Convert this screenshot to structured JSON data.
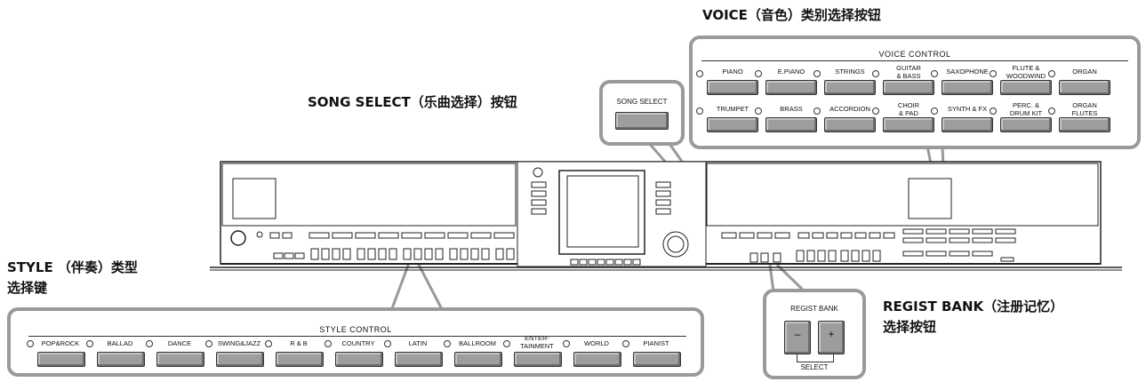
{
  "callouts": {
    "voice": "VOICE（音色）类别选择按钮",
    "song": "SONG SELECT（乐曲选择）按钮",
    "style_line1": "STYLE （伴奏）类型",
    "style_line2": "选择键",
    "regist_line1": "REGIST BANK（注册记忆）",
    "regist_line2": "选择按钮"
  },
  "voice_panel": {
    "title": "VOICE CONTROL",
    "row1": [
      "PIANO",
      "E.PIANO",
      "STRINGS",
      "GUITAR\n& BASS",
      "SAXOPHONE",
      "FLUTE &\nWOODWIND",
      "ORGAN"
    ],
    "row2": [
      "TRUMPET",
      "BRASS",
      "ACCORDION",
      "CHOIR\n& PAD",
      "SYNTH & FX",
      "PERC. &\nDRUM KIT",
      "ORGAN\nFLUTES"
    ]
  },
  "song_panel": {
    "label": "SONG SELECT"
  },
  "style_panel": {
    "title": "STYLE CONTROL",
    "buttons": [
      "POP&ROCK",
      "BALLAD",
      "DANCE",
      "SWING&JAZZ",
      "R & B",
      "COUNTRY",
      "LATIN",
      "BALLROOM",
      "ENTER-\nTAINMENT",
      "WORLD",
      "PIANIST"
    ]
  },
  "regist_panel": {
    "title": "REGIST BANK",
    "minus": "–",
    "plus": "+",
    "select": "SELECT"
  }
}
